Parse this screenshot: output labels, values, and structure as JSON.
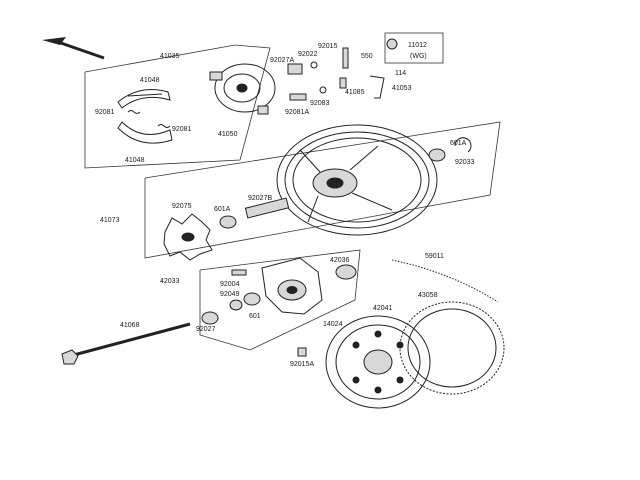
{
  "diagram": {
    "part_labels": {
      "p41035": "41035",
      "p41048_top": "41048",
      "p92081_left": "92081",
      "p92081_right": "92081",
      "p41048_bottom": "41048",
      "p41050": "41050",
      "p92015_top": "92015",
      "p92022": "92022",
      "p550": "550",
      "p11012": "11012",
      "p92027a": "92027A",
      "p114": "114",
      "p92083": "92083",
      "p41085": "41085",
      "p41053": "41053",
      "p92081a": "92081A",
      "p601a_right": "601A",
      "p92033": "92033",
      "p92075": "92075",
      "p601a_left": "601A",
      "p92027b": "92027B",
      "p41073": "41073",
      "p42036": "42036",
      "p59011": "59011",
      "p42033": "42033",
      "p92004": "92004",
      "p92049": "92049",
      "p601": "601",
      "p42041": "42041",
      "p43058": "43058",
      "p41068": "41068",
      "p92027": "92027",
      "p14024": "14024",
      "p92015a": "92015A"
    },
    "region_tag": "(WG)",
    "icons": [
      "direction-arrow-icon"
    ]
  }
}
